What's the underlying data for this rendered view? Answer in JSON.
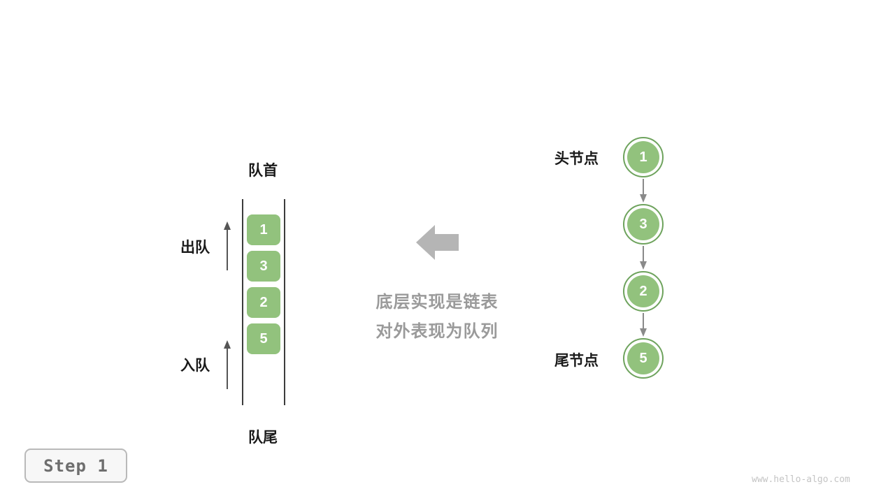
{
  "queue": {
    "front_label": "队首",
    "rear_label": "队尾",
    "dequeue_label": "出队",
    "enqueue_label": "入队",
    "cells": [
      "1",
      "3",
      "2",
      "5"
    ]
  },
  "center": {
    "caption_line1": "底层实现是链表",
    "caption_line2": "对外表现为队列"
  },
  "linked_list": {
    "head_label": "头节点",
    "tail_label": "尾节点",
    "nodes": [
      "1",
      "3",
      "2",
      "5"
    ]
  },
  "step_badge": {
    "label": "Step 1"
  },
  "footer": {
    "watermark": "www.hello-algo.com"
  },
  "colors": {
    "node_fill": "#92C27D",
    "node_border": "#6EA35D",
    "gray_arrow": "#b5b5b5",
    "caption_gray": "#9a9a9a"
  }
}
